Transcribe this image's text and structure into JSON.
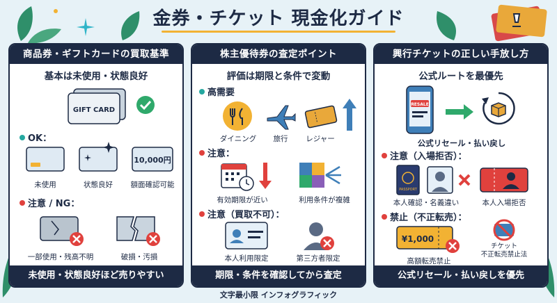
{
  "title": "金券・チケット 現金化ガイド",
  "footer": "文字最小限 インフォグラフィック",
  "colors": {
    "navy": "#1d2a44",
    "accent": "#f2b233",
    "ok": "#2fa96b",
    "ng": "#e0413d",
    "teal": "#25a8a0"
  },
  "panels": [
    {
      "header": "商品券・ギフトカードの買取基準",
      "subtitle": "基本は未使用・状態良好",
      "card_text": "GIFT CARD",
      "ok_label": "OK：",
      "ok_items": [
        "未使用",
        "状態良好",
        "額面確認可能"
      ],
      "value_text": "10,000円",
      "ng_label": "注意 / NG：",
      "ng_items": [
        "一部使用・残高不明",
        "破損・汚損"
      ],
      "footer": "未使用・状態良好ほど売りやすい"
    },
    {
      "header": "株主優待券の査定ポイント",
      "subtitle": "評価は期限と条件で変動",
      "high_label": "高需要",
      "high_items": [
        "ダイニング",
        "旅行",
        "レジャー"
      ],
      "caution_label": "注意：",
      "caution_items": [
        "有効期限が近い",
        "利用条件が複雑"
      ],
      "nobuy_label": "注意（買取不可）：",
      "nobuy_items": [
        "本人利用限定",
        "第三方者限定"
      ],
      "footer": "期限・条件を確認してから査定"
    },
    {
      "header": "興行チケットの正しい手放し方",
      "subtitle": "公式ルートを最優先",
      "resale_badge": "RESALE",
      "official_label": "公式リセール・払い戻し",
      "caution_label": "注意（入場拒否）：",
      "caution_items": [
        "本人確認・名義違い",
        "本人入場拒否"
      ],
      "passport_text": "PASSPORT",
      "ban_label": "禁止（不正転売）：",
      "price_text": "¥1,000",
      "ban_items": [
        "高額転売禁止",
        "チケット",
        "不正転売禁止法"
      ],
      "footer": "公式リセール・払い戻しを優先"
    }
  ]
}
